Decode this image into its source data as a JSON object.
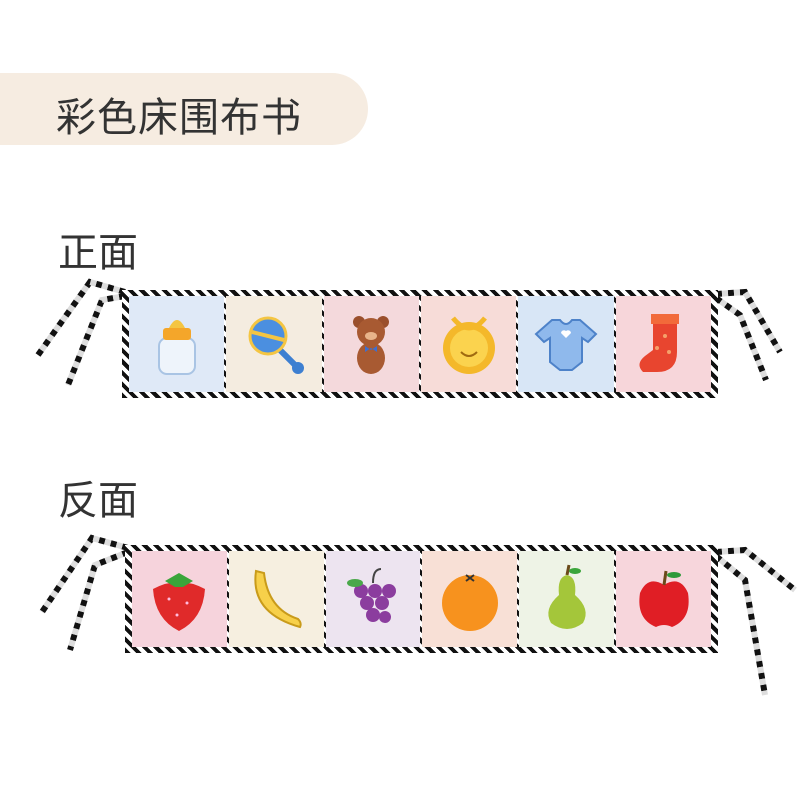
{
  "title": "彩色床围布书",
  "front": {
    "label": "正面",
    "panels": [
      {
        "icon": "baby-bottle-icon",
        "bg": "#dfe9f7"
      },
      {
        "icon": "rattle-icon",
        "bg": "#f4ece0"
      },
      {
        "icon": "teddy-bear-icon",
        "bg": "#f4d9dc"
      },
      {
        "icon": "bib-icon",
        "bg": "#f7dcd8"
      },
      {
        "icon": "onesie-icon",
        "bg": "#d8e6f6"
      },
      {
        "icon": "sock-icon",
        "bg": "#f7d6da"
      }
    ]
  },
  "back": {
    "label": "反面",
    "panels": [
      {
        "icon": "strawberry-icon",
        "bg": "#f6d3dc"
      },
      {
        "icon": "banana-icon",
        "bg": "#f6efe0"
      },
      {
        "icon": "grapes-icon",
        "bg": "#ede4f0"
      },
      {
        "icon": "orange-icon",
        "bg": "#f8e0d6"
      },
      {
        "icon": "pear-icon",
        "bg": "#eef3e6"
      },
      {
        "icon": "apple-icon",
        "bg": "#f7d6dc"
      }
    ]
  }
}
